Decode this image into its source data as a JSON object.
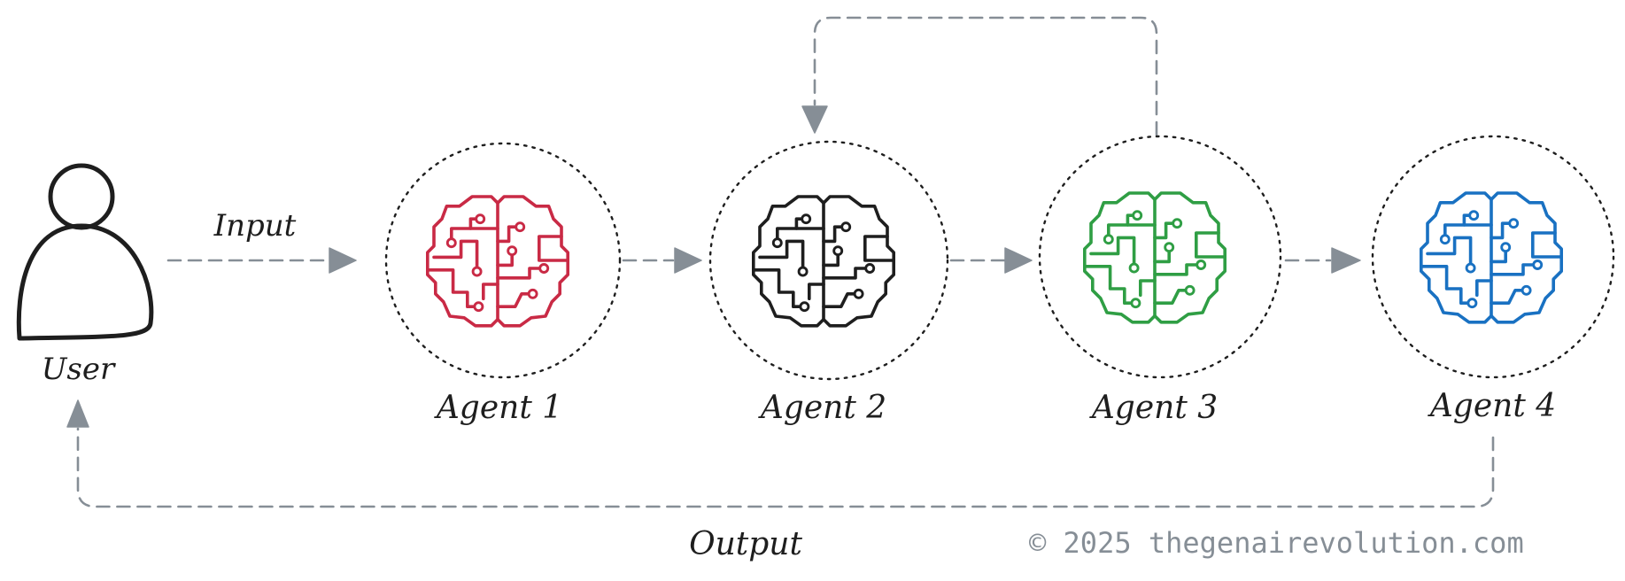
{
  "diagram": {
    "user": {
      "label": "User"
    },
    "agents": [
      {
        "label": "Agent 1",
        "color": "#c92a45"
      },
      {
        "label": "Agent 2",
        "color": "#1e1e1e"
      },
      {
        "label": "Agent 3",
        "color": "#2f9e44"
      },
      {
        "label": "Agent 4",
        "color": "#1971c2"
      }
    ],
    "input_label": "Input",
    "output_label": "Output",
    "credit": "© 2025 thegenairevolution.com",
    "flow_color": "#868e96",
    "icons": [
      "user-icon",
      "brain-circuit-icon"
    ]
  }
}
